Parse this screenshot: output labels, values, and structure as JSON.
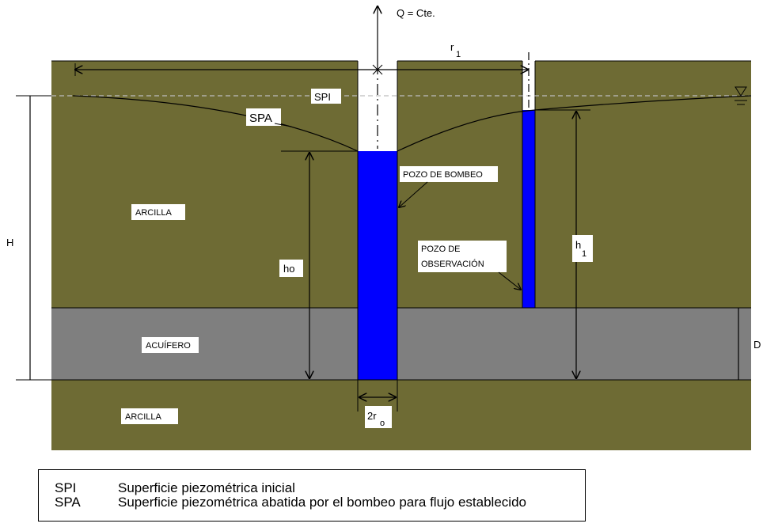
{
  "top_label": "Q = Cte.",
  "labels": {
    "spi": "SPI",
    "spa": "SPA",
    "arcilla_top": "ARCILLA",
    "arcilla_bottom": "ARCILLA",
    "acuifero": "ACUÍFERO",
    "pozo_bombeo": "POZO DE BOMBEO",
    "pozo_obs_line1": "POZO DE",
    "pozo_obs_line2": "OBSERVACIÓN",
    "H": "H",
    "D": "D",
    "ho": "ho",
    "h1_main": "h",
    "h1_sub": "1",
    "r1_main": "r",
    "r1_sub": "1",
    "r0_main": "2r",
    "r0_sub": "o"
  },
  "legend": [
    {
      "key": "SPI",
      "text": "Superficie piezométrica inicial"
    },
    {
      "key": "SPA",
      "text": "Superficie piezométrica abatida por el bombeo para flujo establecido"
    }
  ],
  "colors": {
    "clay": "#6e6b34",
    "aquifer": "#7f7f7f",
    "water": "#0000ff",
    "line": "#000000",
    "water_table_dash": "#bdbdbd"
  }
}
